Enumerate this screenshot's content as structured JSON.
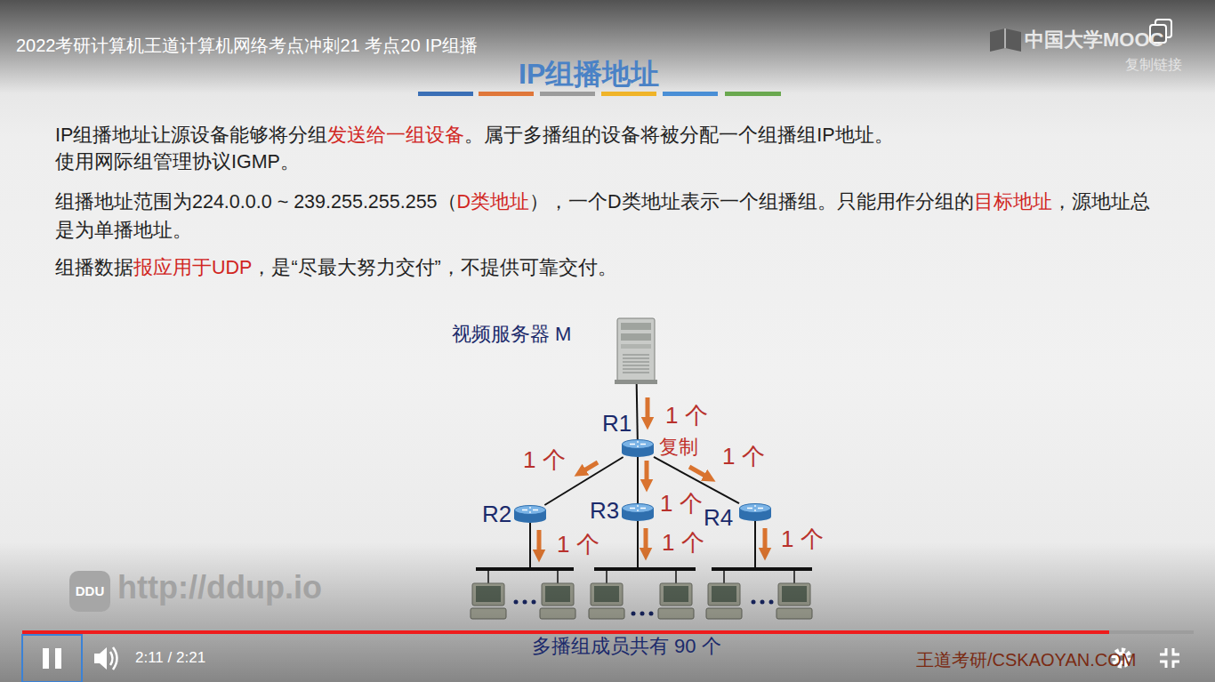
{
  "diagram": {
    "title": "IP组播地址",
    "caption": "多播组成员共有 90 个",
    "nodes": [
      {
        "text": [
          "视频服务器 M"
        ]
      },
      {
        "text": [
          "R1"
        ]
      },
      {
        "text": [
          "R2"
        ]
      },
      {
        "text": [
          "R3"
        ]
      },
      {
        "text": [
          "R4"
        ]
      }
    ],
    "edges": [
      {
        "from": 0,
        "to": 1,
        "arrow": "none",
        "label": "1 个"
      },
      {
        "from": 1,
        "to": 2,
        "arrow": "none",
        "label": "1 个"
      },
      {
        "from": 1,
        "to": 3,
        "arrow": "none",
        "label": "1 个"
      },
      {
        "from": 1,
        "to": 4,
        "arrow": "none",
        "label": "1 个"
      }
    ],
    "labels": [
      "2022考研计算机王道计算机网络考点冲刺21 考点20 IP组播",
      "中国大学MOOC",
      "复制链接",
      "IP组播地址让源设备能够将分组",
      "发送给一组设备",
      "。属于多播组的设备将被分配一个组播组IP地址。",
      "使用网际组管理协议IGMP。",
      "组播地址范围为224.0.0.0 ~ 239.255.255.255（",
      "D类地址",
      "），一个D类地址表示一个组播组。只能用作分组的",
      "目标地址",
      "，源地址总是为单播地址。",
      "组播数据",
      "报应用于UDP",
      "，是“尽最大努力交付”，不提供可靠交付。",
      "复制",
      "1 个",
      "1 个",
      "1 个",
      "DDU",
      "http://ddup.io",
      "王道考研/CSKAOYAN.COM",
      "2:11 / 2:21"
    ]
  }
}
